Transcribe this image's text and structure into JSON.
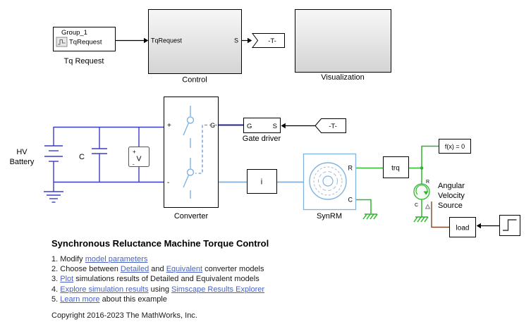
{
  "diagram": {
    "tq_request": {
      "group": "Group_1",
      "signal": "TqRequest",
      "label": "Tq Request"
    },
    "control": {
      "in_port": "TqRequest",
      "out_port": "S",
      "label": "Control"
    },
    "goto_tag": {
      "text": "-T-"
    },
    "visualization": {
      "label": "Visualization"
    },
    "battery": {
      "line1": "HV",
      "line2": "Battery"
    },
    "capacitor": {
      "label": "C"
    },
    "voltmeter": {
      "plus": "+",
      "label": "V",
      "minus": "-"
    },
    "converter": {
      "plus": "+",
      "minus": "-",
      "gate": "G",
      "label": "Converter"
    },
    "gate_driver": {
      "g": "G",
      "s": "S",
      "label": "Gate driver"
    },
    "from_tag": {
      "text": "-T-"
    },
    "current_sensor": {
      "label": "i"
    },
    "synrm": {
      "r": "R",
      "c": "C",
      "label": "SynRM"
    },
    "trq": {
      "label": "trq"
    },
    "solver": {
      "label": "f(x) = 0"
    },
    "avs": {
      "r": "R",
      "c": "C",
      "line1": "Angular",
      "line2": "Velocity",
      "line3": "Source"
    },
    "load": {
      "label": "load"
    }
  },
  "colors": {
    "electrical_blue": "#3b3bc9",
    "gate_navy": "#23238e",
    "converter_lightblue": "#82b3e0",
    "composite_lightblue": "#8fb8dc",
    "mechanical_green": "#2db52d",
    "physical_brown": "#7a4a2b",
    "link_blue": "#4862c6"
  },
  "description": {
    "title": "Synchronous Reluctance Machine Torque Control",
    "items": [
      {
        "num": "1.",
        "t1": "Modify ",
        "l1": "model parameters"
      },
      {
        "num": "2.",
        "t1": "Choose between ",
        "l1": "Detailed",
        "t2": " and ",
        "l2": "Equivalent",
        "t3": " converter models"
      },
      {
        "num": "3.",
        "l1": "Plot",
        "t2": " simulations results of Detailed and Equivalent models"
      },
      {
        "num": "4.",
        "l1": "Explore simulation results",
        "t2": " using ",
        "l2": "Simscape Results Explorer"
      },
      {
        "num": "5.",
        "l1": "Learn more",
        "t2": " about this example"
      }
    ],
    "copyright": "Copyright 2016-2023 The MathWorks, Inc."
  }
}
